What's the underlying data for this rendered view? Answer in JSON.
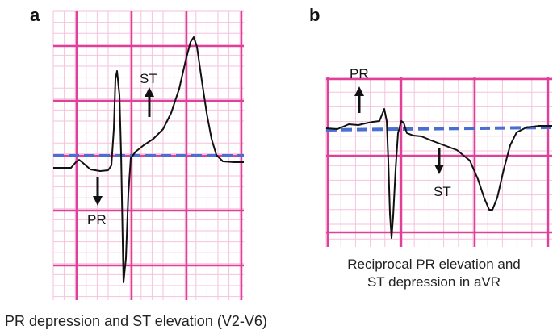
{
  "panels": [
    {
      "letter": "a",
      "caption": "PR depression and ST elevation (V2-V6)",
      "labels": {
        "st": "ST",
        "pr": "PR"
      }
    },
    {
      "letter": "b",
      "caption_line1": "Reciprocal PR elevation and",
      "caption_line2": "ST depression in aVR",
      "labels": {
        "pr": "PR",
        "st": "ST"
      }
    }
  ],
  "colors": {
    "grid_major": "#e0409a",
    "grid_minor": "#f6c2dd",
    "trace": "#111111",
    "baseline": "#4a6fd0"
  }
}
